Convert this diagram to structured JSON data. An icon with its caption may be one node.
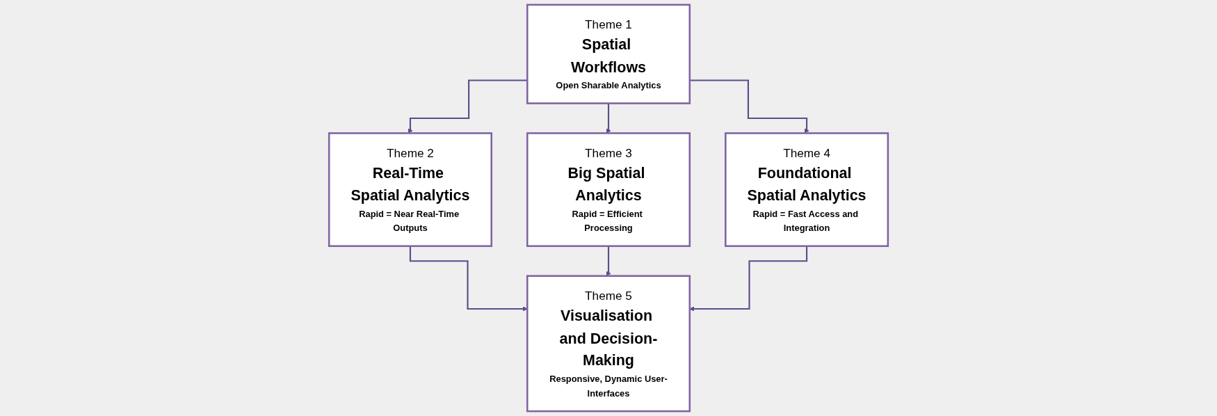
{
  "diagram": {
    "nodes": [
      {
        "text": [
          "Theme 1",
          "Spatial Workflows",
          "Open Sharable Analytics"
        ]
      },
      {
        "text": [
          "Theme 2",
          "Real-Time Spatial Analytics",
          "Rapid = Near Real-Time Outputs"
        ]
      },
      {
        "text": [
          "Theme 3",
          "Big Spatial Analytics",
          "Rapid = Efficient Processing"
        ]
      },
      {
        "text": [
          "Theme 4",
          "Foundational Spatial Analytics",
          "Rapid = Fast Access and Integration"
        ]
      },
      {
        "text": [
          "Theme 5",
          "Visualisation and Decision-Making",
          "Responsive, Dynamic User-Interfaces"
        ]
      }
    ],
    "edges": [
      {
        "from": 0,
        "to": 1,
        "arrow": "to"
      },
      {
        "from": 0,
        "to": 2,
        "arrow": "to"
      },
      {
        "from": 0,
        "to": 3,
        "arrow": "to"
      },
      {
        "from": 1,
        "to": 4,
        "arrow": "to"
      },
      {
        "from": 2,
        "to": 4,
        "arrow": "to"
      },
      {
        "from": 3,
        "to": 4,
        "arrow": "to"
      }
    ]
  }
}
